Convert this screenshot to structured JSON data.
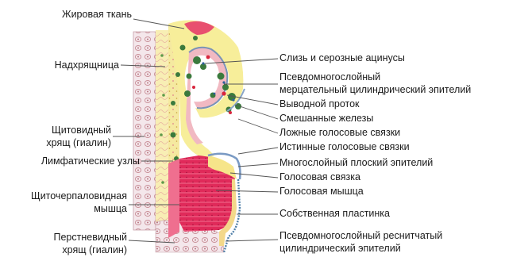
{
  "labels_left": [
    {
      "id": "fat",
      "text": "Жировая ткань"
    },
    {
      "id": "perichondrium",
      "text": "Надхрящница"
    },
    {
      "id": "thyroid1",
      "text": "Щитовидный"
    },
    {
      "id": "thyroid2",
      "text": "хрящ (гиалин)"
    },
    {
      "id": "lymph",
      "text": "Лимфатические узлы"
    },
    {
      "id": "thyroarytenoid1",
      "text": "Щиточерпаловидная"
    },
    {
      "id": "thyroarytenoid2",
      "text": "мышца"
    },
    {
      "id": "cricoid1",
      "text": "Перстневидный"
    },
    {
      "id": "cricoid2",
      "text": "хрящ (гиалин)"
    }
  ],
  "labels_right": [
    {
      "id": "mucous",
      "text": "Слизь и серозные ацинусы"
    },
    {
      "id": "pseudo1",
      "text": "Псевдомногослойный"
    },
    {
      "id": "pseudo2",
      "text": "мерцательный цилиндрический эпителий"
    },
    {
      "id": "duct",
      "text": "Выводной проток"
    },
    {
      "id": "mixed",
      "text": "Смешанные железы"
    },
    {
      "id": "false_cords",
      "text": "Ложные голосовые связки"
    },
    {
      "id": "true_cords",
      "text": "Истинные голосовые связки"
    },
    {
      "id": "stratified",
      "text": "Многослойный плоский эпителий"
    },
    {
      "id": "vocal_ligament",
      "text": "Голосовая связка"
    },
    {
      "id": "vocal_muscle",
      "text": "Голосовая мышца"
    },
    {
      "id": "lamina_propria",
      "text": "Собственная пластинка"
    },
    {
      "id": "ciliated1",
      "text": "Псевдомногослойный реснитчатый"
    },
    {
      "id": "ciliated2",
      "text": "цилиндрический эпителий"
    }
  ],
  "colors": {
    "cartilage": "#f3e6ea",
    "chondrocyte": "#c98f98",
    "perichondrium": "#f6ef9a",
    "muscle": "#e4285a",
    "muscle_light": "#ef7d9a",
    "gland_green": "#3a7a3c",
    "epithelium_blue": "#5b7fa6",
    "leader": "#555555"
  }
}
